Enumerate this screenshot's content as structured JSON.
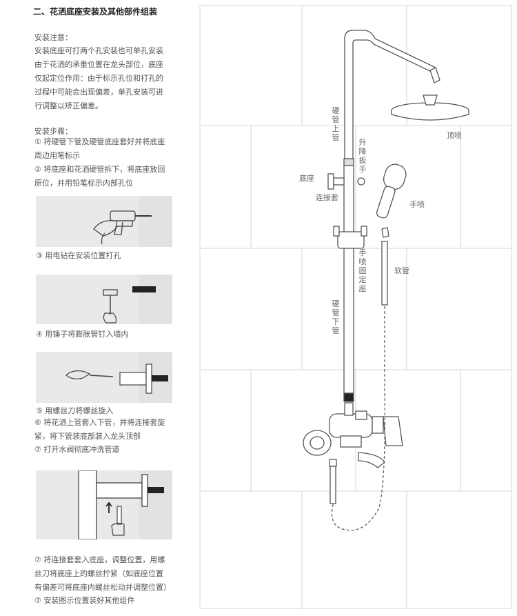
{
  "title": "二、花洒底座安装及其他部件组装",
  "notes": {
    "heading": "安装注意：",
    "lines": [
      "安装底座可打两个孔安装也可单孔安装",
      "由于花洒的承重位置在龙头部位，底座",
      "仅起定位作用：由于标示孔位和打孔的",
      "过程中可能会出现偏差，单孔安装可进",
      "行调整以矫正偏差。"
    ]
  },
  "steps": {
    "heading": "安装步骤：",
    "step1": [
      "① 将硬管下管及硬管底座套好并将底座",
      "周边用笔标示"
    ],
    "step2": [
      "② 将底座和花洒硬管拆下，将底座放回",
      "原位，并用铅笔标示内部孔位"
    ],
    "caption3": "③ 用电钻在安装位置打孔",
    "caption4": "④ 用锤子将膨胀管钉入墙内",
    "caption5": "⑤ 用螺丝刀将螺丝旋入",
    "step6": [
      "⑥ 将花洒上管套入下管，并将连接套旋",
      "紧，将下管装底部装入龙头顶部"
    ],
    "step7": "⑦ 打开水阀彻底冲洗管道",
    "step8": [
      "⑦ 将连接套套入底座，调整位置，用螺",
      "丝刀将底座上的螺丝拧紧（如底座位置",
      "有偏差可将底座内螺丝松动并调整位置）"
    ],
    "step9": "⑦ 安装图示位置装好其他组件"
  },
  "diagram_labels": {
    "upper_pipe": "硬管上管",
    "lift_lever": "升降扳手",
    "top_shower": "顶喷",
    "base": "底座",
    "connector": "连接套",
    "hand_shower": "手喷",
    "hand_holder": "手喷固定座",
    "hose": "软管",
    "lower_pipe": "硬管下管"
  },
  "colors": {
    "line": "#555555",
    "panel_bg": "#e9e9e9",
    "tile_line": "#d6d6d6"
  }
}
